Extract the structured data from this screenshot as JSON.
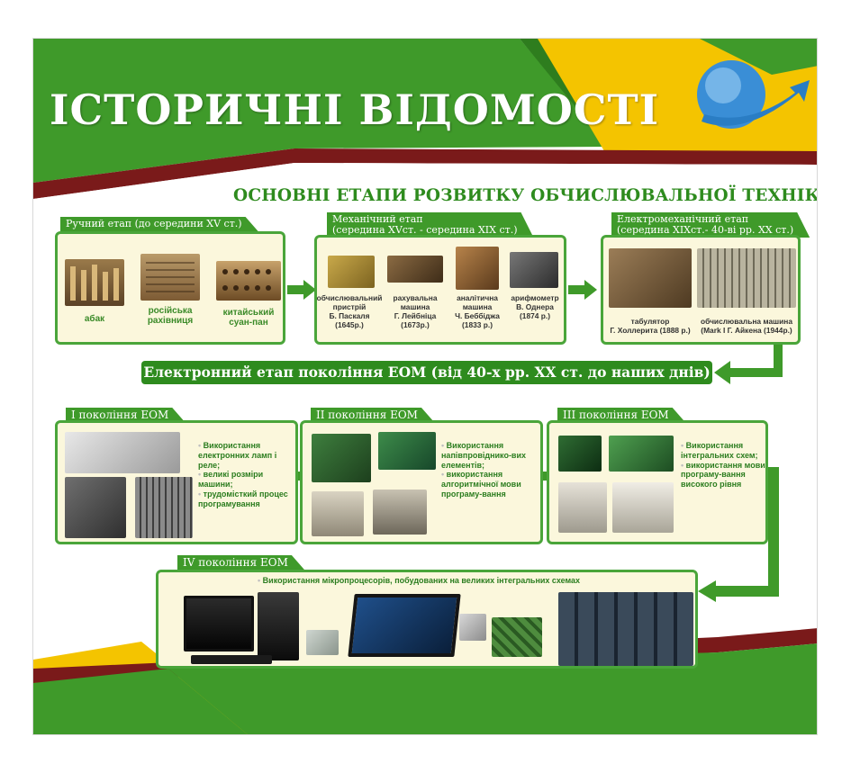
{
  "title": "ІСТОРИЧНІ ВІДОМОСТІ",
  "subtitle": "ОСНОВНІ ЕТАПИ РОЗВИТКУ ОБЧИСЛЮВАЛЬНОЇ ТЕХНІКИ",
  "colors": {
    "green": "#3f9a2a",
    "dark_green": "#2e8b1e",
    "yellow": "#f4c400",
    "maroon": "#7a1a1a",
    "panel": "#fbf7dc"
  },
  "stages": {
    "manual": {
      "label": "Ручний етап (до середини XV ст.)",
      "items": [
        {
          "name": "абак"
        },
        {
          "name_line1": "російська",
          "name_line2": "рахівниця"
        },
        {
          "name_line1": "китайський",
          "name_line2": "суан-пан"
        }
      ]
    },
    "mechanical": {
      "label_line1": "Механічний етап",
      "label_line2": "(середина XVст. - середина XIX ст.)",
      "items": [
        {
          "line1": "обчислювальний",
          "line2": "пристрій",
          "line3": "Б. Паскаля",
          "line4": "(1645р.)"
        },
        {
          "line1": "рахувальна",
          "line2": "машина",
          "line3": "Г. Лейбніца",
          "line4": "(1673р.)"
        },
        {
          "line1": "аналітична",
          "line2": "машина",
          "line3": "Ч. Беббіджа",
          "line4": "(1833 р.)"
        },
        {
          "line1": "арифмометр",
          "line2": "В. Однера",
          "line3": "(1874 р.)"
        }
      ]
    },
    "electromechanical": {
      "label_line1": "Електромеханічний етап",
      "label_line2": "(середина XIXст.- 40-ві рр. XX ст.)",
      "items": [
        {
          "line1": "табулятор",
          "line2": "Г. Холлерита (1888 р.)"
        },
        {
          "line1": "обчислювальна машина",
          "line2": "(Mark I Г. Айкена (1944р.)"
        }
      ]
    }
  },
  "electronic_stage": "Електронний етап покоління ЕОМ (від 40-х рр. XX ст. до наших днів)",
  "generations": {
    "g1": {
      "label": "I покоління ЕОМ",
      "bullets": [
        "Використання електронних ламп і реле;",
        "великі розміри машини;",
        "трудомісткий процес програмування"
      ]
    },
    "g2": {
      "label": "II покоління ЕОМ",
      "bullets": [
        "Використання напівпровіднико-вих елементів;",
        "використання алгоритмічної мови програму-вання"
      ]
    },
    "g3": {
      "label": "III покоління ЕОМ",
      "bullets": [
        "Використання інтегральних схем;",
        "використання мови програму-вання високого рівня"
      ]
    },
    "g4": {
      "label": "IV покоління ЕОМ",
      "bullets": [
        "Використання мікропроцесорів, побудованих на великих інтегральних схемах"
      ]
    }
  }
}
